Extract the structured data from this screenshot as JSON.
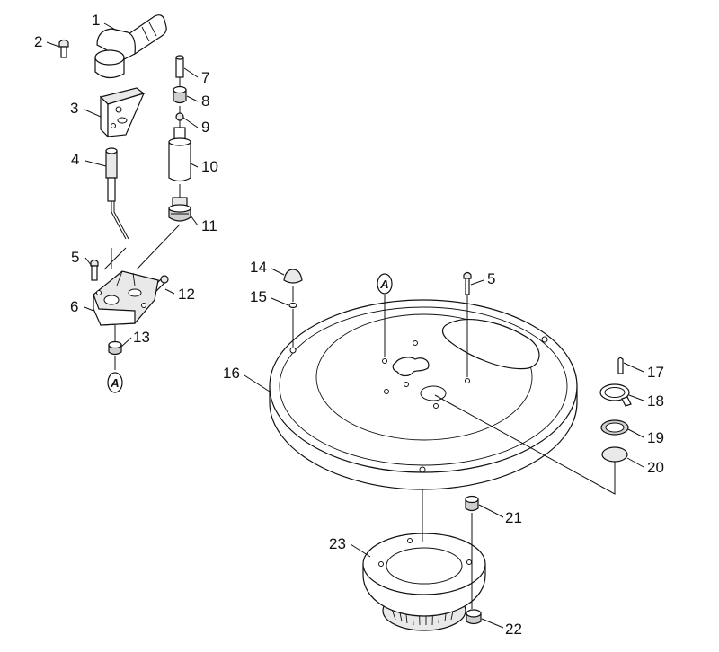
{
  "callouts": {
    "c1": "1",
    "c2": "2",
    "c3": "3",
    "c4": "4",
    "c5a": "5",
    "c6": "6",
    "c7": "7",
    "c8": "8",
    "c9": "9",
    "c10": "10",
    "c11": "11",
    "c12": "12",
    "c13": "13",
    "c14": "14",
    "c15": "15",
    "c16": "16",
    "c5b": "5",
    "c17": "17",
    "c18": "18",
    "c19": "19",
    "c20": "20",
    "c21": "21",
    "c22": "22",
    "c23": "23"
  },
  "references": {
    "left": "A",
    "right": "A"
  }
}
